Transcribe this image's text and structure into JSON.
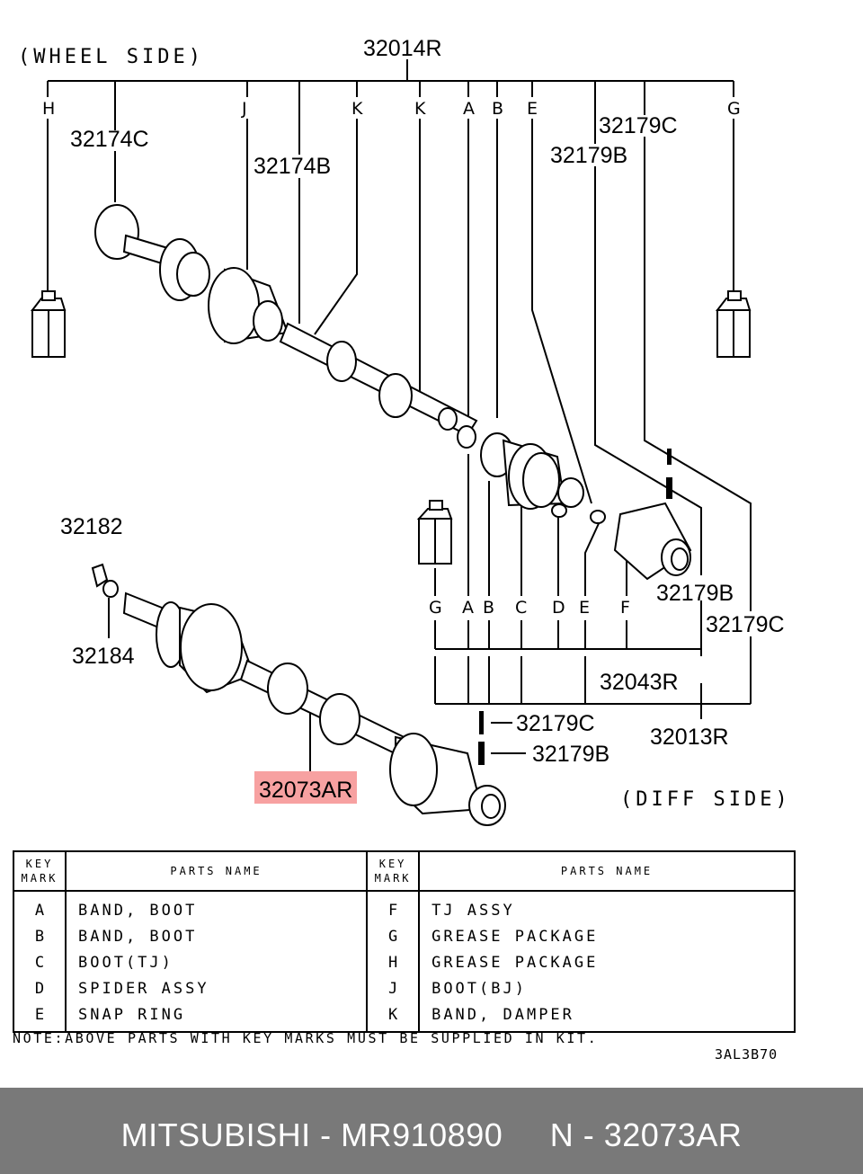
{
  "diagram": {
    "wheel_side": "(WHEEL SIDE)",
    "diff_side": "(DIFF SIDE)",
    "labels": {
      "assy_32014R": "32014R",
      "p32174C": "32174C",
      "p32174B": "32174B",
      "p32179C_top": "32179C",
      "p32179B_top": "32179B",
      "p32182": "32182",
      "p32184": "32184",
      "p32073AR": "32073AR",
      "p32179B_right": "32179B",
      "p32179C_right": "32179C",
      "p32043R": "32043R",
      "p32013R": "32013R",
      "p32179C_bottom": "32179C",
      "p32179B_bottom": "32179B"
    },
    "top_keys": [
      "H",
      "J",
      "K",
      "K",
      "A",
      "B",
      "E",
      "G"
    ],
    "bottom_keys": [
      "G",
      "A",
      "B",
      "C",
      "D",
      "E",
      "F"
    ],
    "highlight_color": "#f7a1a1"
  },
  "table": {
    "header": {
      "key_mark": "KEY MARK",
      "parts_name": "PARTS NAME"
    },
    "left_rows": [
      {
        "key": "A",
        "name": "BAND, BOOT"
      },
      {
        "key": "B",
        "name": "BAND, BOOT"
      },
      {
        "key": "C",
        "name": "BOOT(TJ)"
      },
      {
        "key": "D",
        "name": "SPIDER ASSY"
      },
      {
        "key": "E",
        "name": "SNAP RING"
      }
    ],
    "right_rows": [
      {
        "key": "F",
        "name": "TJ ASSY"
      },
      {
        "key": "G",
        "name": "GREASE PACKAGE"
      },
      {
        "key": "H",
        "name": "GREASE PACKAGE"
      },
      {
        "key": "J",
        "name": "BOOT(BJ)"
      },
      {
        "key": "K",
        "name": "BAND, DAMPER"
      }
    ]
  },
  "note": "NOTE:ABOVE PARTS WITH KEY MARKS MUST BE SUPPLIED IN KIT.",
  "drawing_code": "3AL3B70",
  "footer": "MITSUBISHI - MR910890     N - 32073AR"
}
